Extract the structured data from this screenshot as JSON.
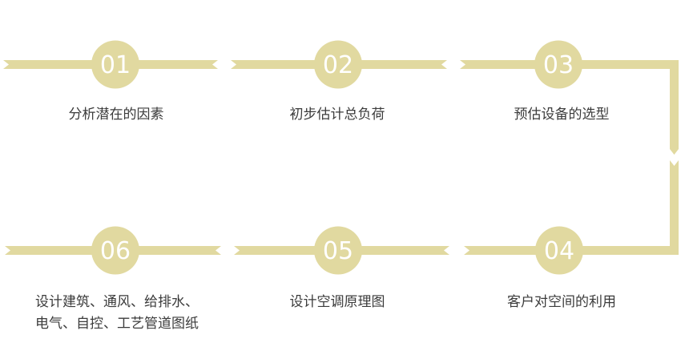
{
  "theme": {
    "accent": "#e1d9a0",
    "text": "#3b3b3b",
    "number_text": "#ffffff"
  },
  "steps": [
    {
      "number": "01",
      "label": "分析潜在的因素"
    },
    {
      "number": "02",
      "label": "初步估计总负荷"
    },
    {
      "number": "03",
      "label": "预估设备的选型"
    },
    {
      "number": "04",
      "label": "客户对空间的利用"
    },
    {
      "number": "05",
      "label": "设计空调原理图"
    },
    {
      "number": "06",
      "label": "设计建筑、通风、给排水、电气、自控、工艺管道图纸"
    }
  ]
}
